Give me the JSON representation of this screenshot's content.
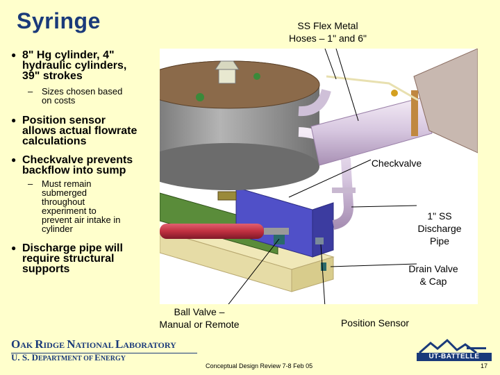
{
  "title": "Syringe",
  "callouts": {
    "hoses": [
      "SS Flex Metal",
      "Hoses – 1\" and 6\""
    ],
    "checkvalve": "Checkvalve",
    "discharge": [
      "1\" SS",
      "Discharge",
      "Pipe"
    ],
    "drain": [
      "Drain Valve",
      "& Cap"
    ],
    "ball": [
      "Ball Valve –",
      "Manual or Remote"
    ],
    "sensor": "Position Sensor"
  },
  "bullets": {
    "b1": [
      "8\" Hg cylinder, 4\"",
      "hydraulic cylinders,",
      "39\" strokes"
    ],
    "b1_sub": [
      "Sizes chosen based",
      "on costs"
    ],
    "b2": [
      "Position sensor",
      "allows actual flowrate",
      "calculations"
    ],
    "b3": [
      "Checkvalve prevents",
      "backflow into sump"
    ],
    "b3_sub": [
      "Must remain",
      "submerged",
      "throughout",
      "experiment to",
      "prevent air intake in",
      "cylinder"
    ],
    "b4": [
      "Discharge pipe will",
      "require structural",
      "supports"
    ]
  },
  "footer": {
    "lab_o": "O",
    "lab_ak": "AK ",
    "lab_r": "R",
    "lab_idge": "IDGE ",
    "lab_n": "N",
    "lab_ational": "ATIONAL ",
    "lab_l": "L",
    "lab_aboratory": "ABORATORY",
    "dept_u": "U. S. D",
    "dept_epartment": "EPARTMENT OF ",
    "dept_e": "E",
    "dept_nergy": "NERGY",
    "review": "Conceptual Design Review 7-8 Feb 05",
    "page": "17",
    "logo_text": "UT-BATTELLE"
  },
  "colors": {
    "title": "#1a3a7a",
    "background": "#ffffcc",
    "tank": "#8c8c8c",
    "hydraulic_cylinder": "#c83c4c",
    "pipe": "#d8c8e0",
    "base": "#f0e8b8"
  }
}
